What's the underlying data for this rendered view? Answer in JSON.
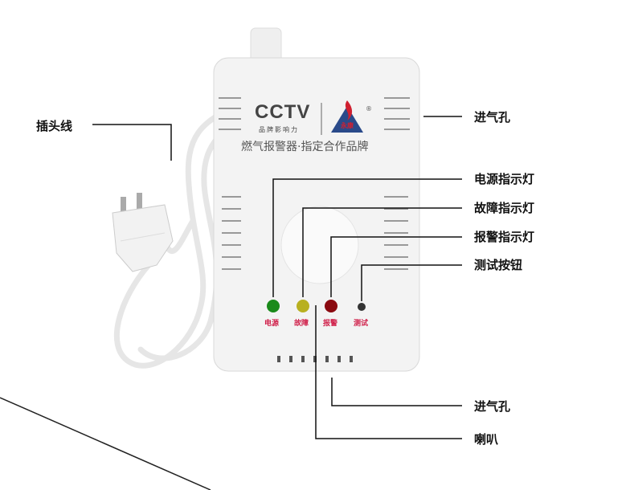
{
  "device": {
    "brand_logo": "CCTV",
    "brand_slogan": "品牌影响力",
    "maker_logo": "永康",
    "headline": "燃气报警器·指定合作品牌",
    "indicators": [
      {
        "label": "电源",
        "color": "#1a8a1a"
      },
      {
        "label": "故障",
        "color": "#b8b020"
      },
      {
        "label": "报警",
        "color": "#8a0a10"
      },
      {
        "label": "测试",
        "color": "#333333"
      }
    ]
  },
  "callouts": {
    "plug_cord": "插头线",
    "air_inlet_top": "进气孔",
    "power_light": "电源指示灯",
    "fault_light": "故障指示灯",
    "alarm_light": "报警指示灯",
    "test_button": "测试按钮",
    "air_inlet_bottom": "进气孔",
    "speaker": "喇叭"
  }
}
